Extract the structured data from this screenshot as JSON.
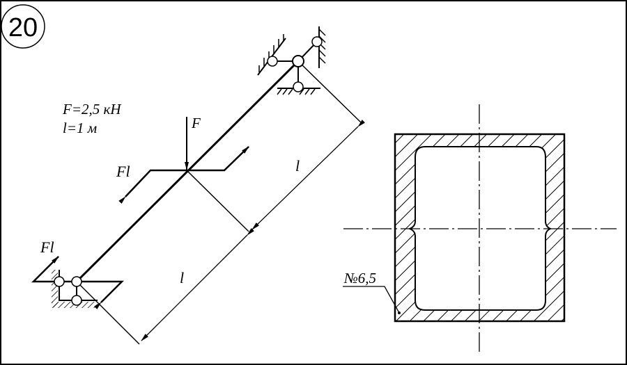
{
  "problem": {
    "number": "20"
  },
  "given": {
    "force": "F=2,5 кН",
    "length": "l=1 м"
  },
  "labels": {
    "force_F": "F",
    "moment_mid": "Fl",
    "moment_end": "Fl",
    "dim_upper": "l",
    "dim_lower": "l",
    "section_profile": "№6,5"
  },
  "colors": {
    "line": "#000000",
    "background": "#ffffff"
  }
}
